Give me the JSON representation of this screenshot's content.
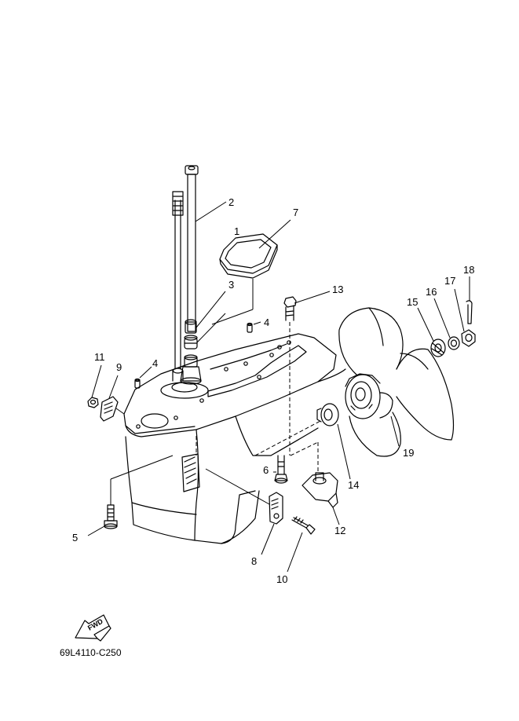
{
  "callouts": [
    {
      "id": "1",
      "label": "1"
    },
    {
      "id": "2",
      "label": "2"
    },
    {
      "id": "3",
      "label": "3"
    },
    {
      "id": "4a",
      "label": "4"
    },
    {
      "id": "4b",
      "label": "4"
    },
    {
      "id": "5",
      "label": "5"
    },
    {
      "id": "6",
      "label": "6"
    },
    {
      "id": "7",
      "label": "7"
    },
    {
      "id": "8",
      "label": "8"
    },
    {
      "id": "9",
      "label": "9"
    },
    {
      "id": "10",
      "label": "10"
    },
    {
      "id": "11",
      "label": "11"
    },
    {
      "id": "12",
      "label": "12"
    },
    {
      "id": "13",
      "label": "13"
    },
    {
      "id": "14",
      "label": "14"
    },
    {
      "id": "15",
      "label": "15"
    },
    {
      "id": "16",
      "label": "16"
    },
    {
      "id": "17",
      "label": "17"
    },
    {
      "id": "18",
      "label": "18"
    },
    {
      "id": "19",
      "label": "19"
    }
  ],
  "fwd_badge": "FWD",
  "diagram_code": "69L4110-C250",
  "icons": {
    "fwd_arrow": "fwd-arrow-icon"
  },
  "colors": {
    "line": "#000000",
    "background": "#ffffff"
  }
}
